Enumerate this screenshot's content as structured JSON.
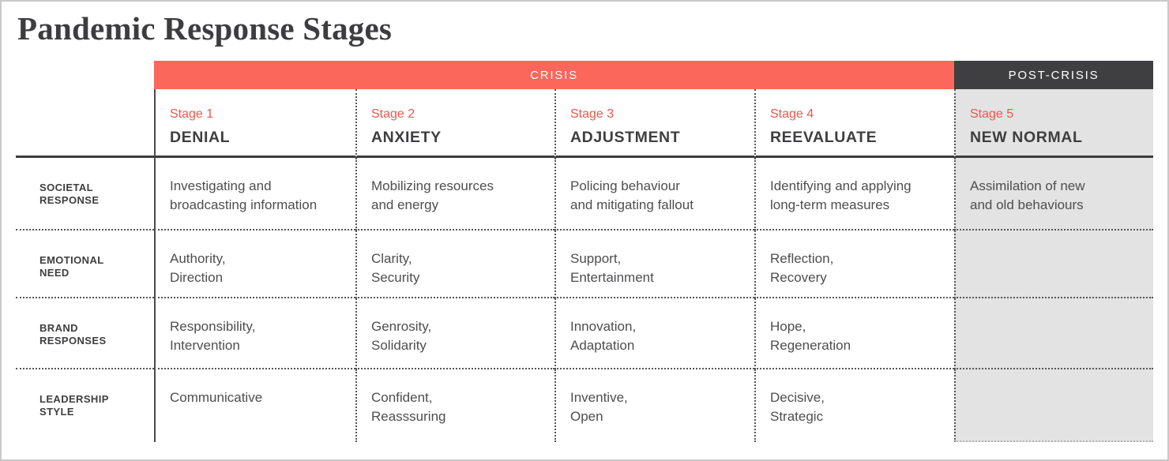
{
  "title": "Pandemic Response Stages",
  "colors": {
    "crisis_bar": "#fc675c",
    "post_crisis_bar": "#3f3f41",
    "stage5_column_bg": "#e3e3e3",
    "stage_label_accent": "#f2544b",
    "heading_text": "#3e3e40",
    "body_text": "#4e4e50"
  },
  "phases": [
    {
      "label": "CRISIS",
      "stages_spanned": 4
    },
    {
      "label": "POST-CRISIS",
      "stages_spanned": 1
    }
  ],
  "stages": [
    {
      "label": "Stage 1",
      "name": "DENIAL"
    },
    {
      "label": "Stage 2",
      "name": "ANXIETY"
    },
    {
      "label": "Stage 3",
      "name": "ADJUSTMENT"
    },
    {
      "label": "Stage 4",
      "name": "REEVALUATE"
    },
    {
      "label": "Stage 5",
      "name": "NEW NORMAL"
    }
  ],
  "rows": [
    {
      "label": "SOCIETAL\nRESPONSE",
      "cells": [
        "Investigating and\nbroadcasting information",
        "Mobilizing resources\nand energy",
        "Policing behaviour\nand mitigating fallout",
        "Identifying and applying\nlong-term measures",
        "Assimilation of new\nand old behaviours"
      ]
    },
    {
      "label": "EMOTIONAL\nNEED",
      "cells": [
        "Authority,\nDirection",
        "Clarity,\nSecurity",
        "Support,\nEntertainment",
        "Reflection,\nRecovery",
        ""
      ]
    },
    {
      "label": "BRAND\nRESPONSES",
      "cells": [
        "Responsibility,\nIntervention",
        "Genrosity,\nSolidarity",
        "Innovation,\nAdaptation",
        "Hope,\nRegeneration",
        ""
      ]
    },
    {
      "label": "LEADERSHIP\nSTYLE",
      "cells": [
        "Communicative",
        "Confident,\nReasssuring",
        "Inventive,\nOpen",
        "Decisive,\nStrategic",
        ""
      ]
    }
  ]
}
